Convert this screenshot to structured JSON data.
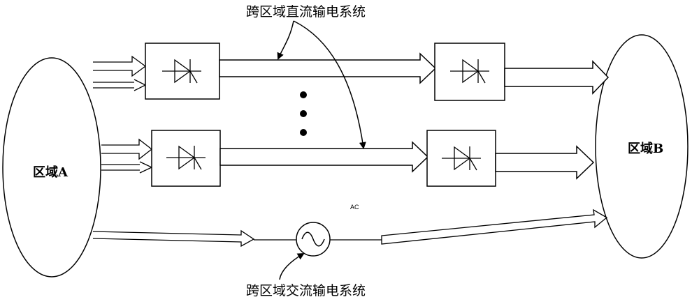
{
  "diagram": {
    "region_a": "区域A",
    "region_b": "区域B",
    "dc_system_label": "跨区域直流输电系统",
    "ac_system_label": "跨区域交流输电系统",
    "ac_label": "AC"
  }
}
